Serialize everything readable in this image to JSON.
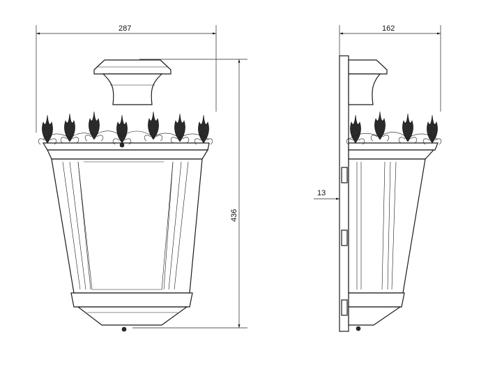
{
  "dimensions": {
    "front_width": "287",
    "side_depth": "162",
    "height": "436",
    "wall_offset": "13"
  }
}
